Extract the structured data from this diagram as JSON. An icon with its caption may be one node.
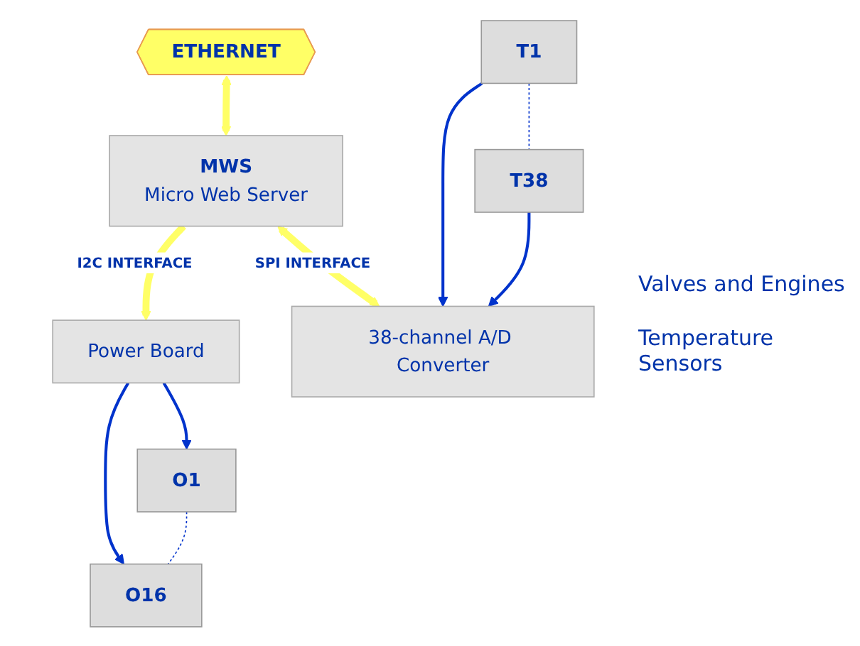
{
  "diagram": {
    "nodes": [
      {
        "text": [
          "ETHERNET"
        ]
      },
      {
        "text": [
          "MWS",
          "Micro Web Server"
        ]
      },
      {
        "text": [
          "Power Board"
        ]
      },
      {
        "text": [
          "O1"
        ]
      },
      {
        "text": [
          "O16"
        ]
      },
      {
        "text": [
          "38-channel A/D Converter"
        ]
      },
      {
        "text": [
          "T1"
        ]
      },
      {
        "text": [
          "T38"
        ]
      }
    ],
    "edges": [
      {
        "from": 0,
        "to": 1,
        "arrow": "both",
        "style": "thick",
        "color": "#ffff66"
      },
      {
        "from": 1,
        "to": 2,
        "arrow": "to",
        "label": "I2C INTERFACE",
        "style": "thick",
        "color": "#ffff66"
      },
      {
        "from": 1,
        "to": 5,
        "arrow": "both",
        "label": "SPI INTERFACE",
        "style": "thick",
        "color": "#ffff66"
      },
      {
        "from": 2,
        "to": 3,
        "arrow": "to"
      },
      {
        "from": 2,
        "to": 4,
        "arrow": "to"
      },
      {
        "from": 3,
        "to": 4,
        "arrow": "none",
        "style": "dashed"
      },
      {
        "from": 6,
        "to": 5,
        "arrow": "to"
      },
      {
        "from": 7,
        "to": 5,
        "arrow": "to"
      },
      {
        "from": 6,
        "to": 7,
        "arrow": "none",
        "style": "dashed"
      }
    ],
    "labels": [
      "Valves and Engines",
      "Temperature Sensors"
    ]
  }
}
